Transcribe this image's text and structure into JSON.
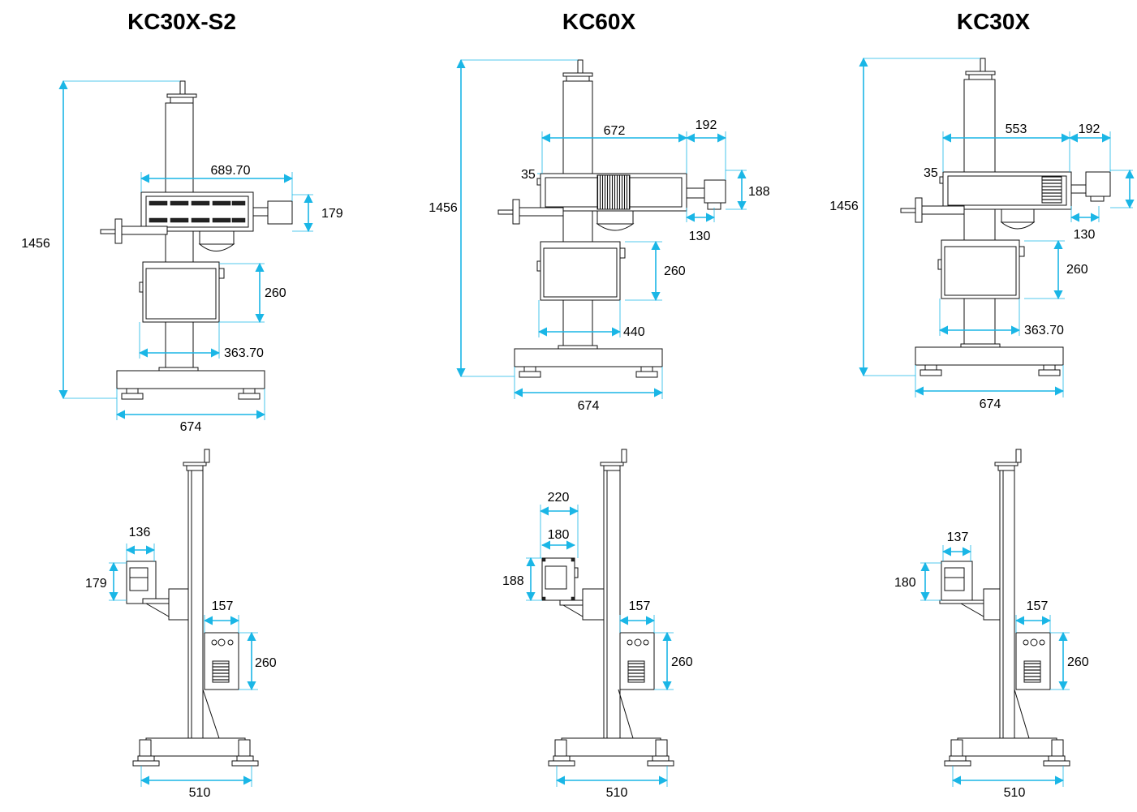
{
  "colors": {
    "dimension": "#1ab6e6",
    "line": "#111111",
    "background": "#ffffff"
  },
  "models": [
    {
      "title": "KC30X-S2",
      "front": {
        "height": "1456",
        "width": "689.70",
        "head_height": "179",
        "box_height": "260",
        "box_width": "363.70",
        "base_width": "674"
      },
      "side": {
        "head_width": "136",
        "head_height": "179",
        "panel_width": "157",
        "panel_height": "260",
        "base_width": "510"
      }
    },
    {
      "title": "KC60X",
      "front": {
        "height": "1456",
        "width": "672",
        "head_offset": "192",
        "gap": "35",
        "head_height": "188",
        "head_depth": "130",
        "box_height": "260",
        "box_width": "440",
        "base_width": "674"
      },
      "side": {
        "outer_width": "220",
        "head_width": "180",
        "head_height": "188",
        "panel_width": "157",
        "panel_height": "260",
        "base_width": "510"
      }
    },
    {
      "title": "KC30X",
      "front": {
        "height": "1456",
        "width": "553",
        "head_offset": "192",
        "gap": "35",
        "head_depth": "130",
        "box_height": "260",
        "box_width": "363.70",
        "base_width": "674"
      },
      "side": {
        "head_width": "137",
        "head_height": "180",
        "panel_width": "157",
        "panel_height": "260",
        "base_width": "510"
      }
    }
  ]
}
